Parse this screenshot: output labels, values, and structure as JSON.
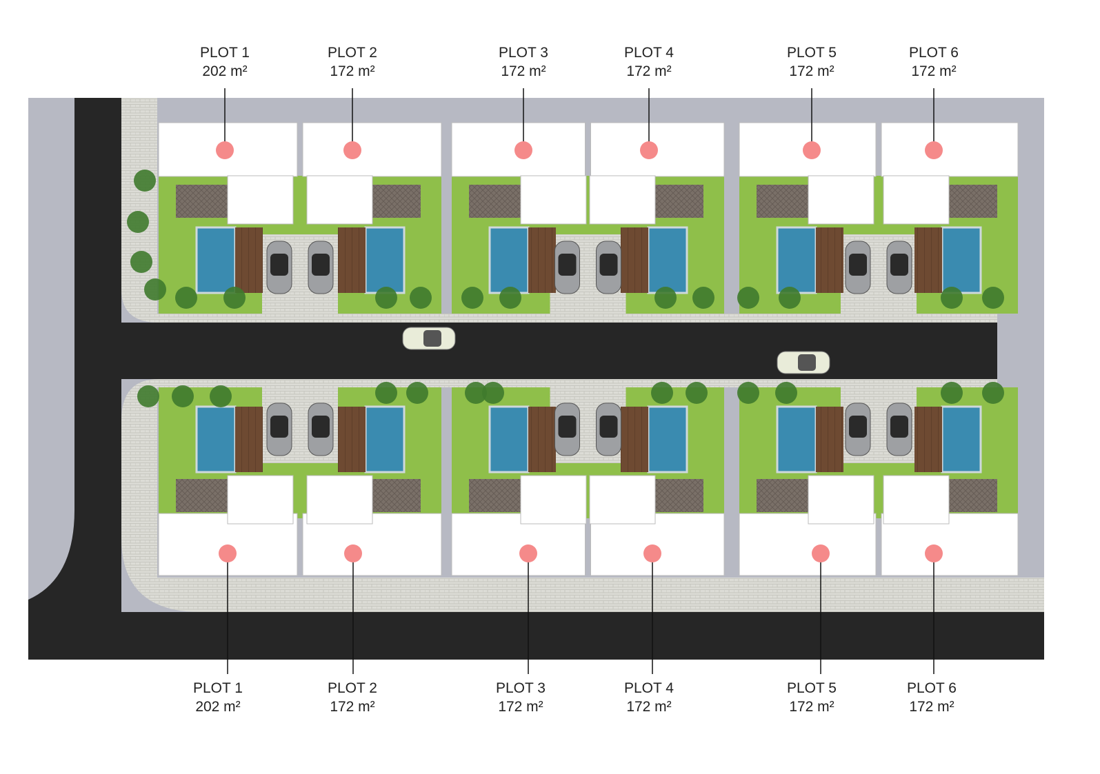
{
  "colors": {
    "road": "#262626",
    "roof": "#ffffff",
    "grass": "#8fbf4a",
    "pool": "#3a8bb0",
    "deck": "#6e4a32",
    "paving": "#dcdcd6",
    "pergola": "#7a7068",
    "marker": "#f58a8a",
    "background_gray": "#b7b9c3"
  },
  "plots_top": [
    {
      "name": "PLOT 1",
      "area": "202 m²"
    },
    {
      "name": "PLOT 2",
      "area": "172 m²"
    },
    {
      "name": "PLOT 3",
      "area": "172 m²"
    },
    {
      "name": "PLOT 4",
      "area": "172 m²"
    },
    {
      "name": "PLOT 5",
      "area": "172 m²"
    },
    {
      "name": "PLOT 6",
      "area": "172 m²"
    }
  ],
  "plots_bottom": [
    {
      "name": "PLOT 1",
      "area": "202 m²"
    },
    {
      "name": "PLOT 2",
      "area": "172 m²"
    },
    {
      "name": "PLOT 3",
      "area": "172 m²"
    },
    {
      "name": "PLOT 4",
      "area": "172 m²"
    },
    {
      "name": "PLOT 5",
      "area": "172 m²"
    },
    {
      "name": "PLOT 6",
      "area": "172 m²"
    }
  ]
}
